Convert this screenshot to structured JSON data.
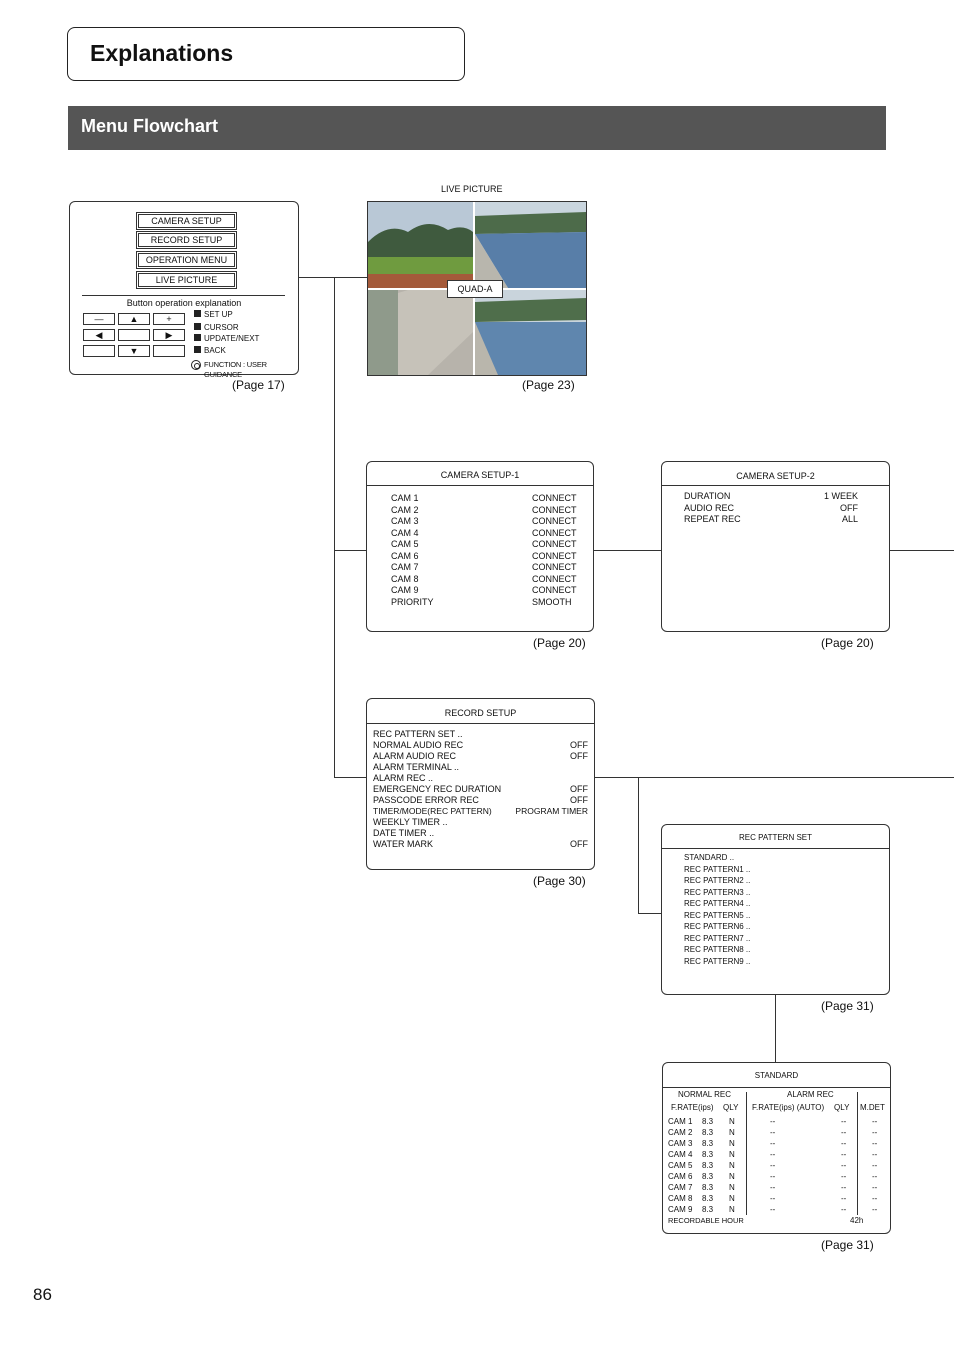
{
  "header": {
    "title": "Explanations",
    "section": "Menu Flowchart"
  },
  "page_number": "86",
  "main_menu": {
    "items": [
      "CAMERA SETUP",
      "RECORD SETUP",
      "OPERATION MENU",
      "LIVE PICTURE"
    ],
    "button_title": "Button operation explanation",
    "keys": {
      "minus": "—",
      "up": "▲",
      "plus": "+",
      "left": "◀",
      "right": "▶",
      "down": "▼"
    },
    "legend": [
      "SET UP",
      "CURSOR",
      "UPDATE/NEXT",
      "BACK"
    ],
    "function_note": "FUNCTION : USER GUIDANCE",
    "page_ref": "(Page 17)"
  },
  "live_picture": {
    "title": "LIVE PICTURE",
    "label": "QUAD-A",
    "page_ref": "(Page 23)"
  },
  "camera_setup_1": {
    "title": "CAMERA SETUP-1",
    "rows": [
      [
        "CAM 1",
        "CONNECT"
      ],
      [
        "CAM 2",
        "CONNECT"
      ],
      [
        "CAM 3",
        "CONNECT"
      ],
      [
        "CAM 4",
        "CONNECT"
      ],
      [
        "CAM 5",
        "CONNECT"
      ],
      [
        "CAM 6",
        "CONNECT"
      ],
      [
        "CAM 7",
        "CONNECT"
      ],
      [
        "CAM 8",
        "CONNECT"
      ],
      [
        "CAM 9",
        "CONNECT"
      ],
      [
        "PRIORITY",
        "SMOOTH"
      ]
    ],
    "page_ref": "(Page 20)"
  },
  "camera_setup_2": {
    "title": "CAMERA SETUP-2",
    "rows": [
      [
        "DURATION",
        "1 WEEK"
      ],
      [
        "AUDIO REC",
        "OFF"
      ],
      [
        "REPEAT REC",
        "ALL"
      ]
    ],
    "page_ref": "(Page 20)"
  },
  "record_setup": {
    "title": "RECORD SETUP",
    "rows": [
      [
        "REC PATTERN SET ..",
        ""
      ],
      [
        "NORMAL AUDIO REC",
        "OFF"
      ],
      [
        "ALARM AUDIO REC",
        "OFF"
      ],
      [
        "ALARM TERMINAL ..",
        ""
      ],
      [
        "ALARM REC ..",
        ""
      ],
      [
        "EMERGENCY REC DURATION",
        "OFF"
      ],
      [
        "PASSCODE ERROR REC",
        "OFF"
      ],
      [
        "TIMER/MODE(REC PATTERN)",
        "PROGRAM TIMER"
      ],
      [
        "WEEKLY TIMER ..",
        ""
      ],
      [
        "DATE TIMER ..",
        ""
      ],
      [
        "WATER MARK",
        "OFF"
      ]
    ],
    "page_ref": "(Page 30)"
  },
  "rec_pattern_set": {
    "title": "REC PATTERN SET",
    "items": [
      "STANDARD ..",
      "REC PATTERN1 ..",
      "REC PATTERN2 ..",
      "REC PATTERN3 ..",
      "REC PATTERN4 ..",
      "REC PATTERN5 ..",
      "REC PATTERN6 ..",
      "REC PATTERN7 ..",
      "REC PATTERN8 ..",
      "REC PATTERN9 .."
    ],
    "page_ref": "(Page 31)"
  },
  "standard": {
    "title": "STANDARD",
    "normal_rec": "NORMAL REC",
    "alarm_rec": "ALARM REC",
    "col_heads": [
      "F.RATE(ips)",
      "QLY",
      "F.RATE(ips) (AUTO)",
      "QLY",
      "M.DET"
    ],
    "rows": [
      [
        "CAM 1",
        "8.3",
        "N",
        "--",
        "--",
        "--"
      ],
      [
        "CAM 2",
        "8.3",
        "N",
        "--",
        "--",
        "--"
      ],
      [
        "CAM 3",
        "8.3",
        "N",
        "--",
        "--",
        "--"
      ],
      [
        "CAM 4",
        "8.3",
        "N",
        "--",
        "--",
        "--"
      ],
      [
        "CAM 5",
        "8.3",
        "N",
        "--",
        "--",
        "--"
      ],
      [
        "CAM 6",
        "8.3",
        "N",
        "--",
        "--",
        "--"
      ],
      [
        "CAM 7",
        "8.3",
        "N",
        "--",
        "--",
        "--"
      ],
      [
        "CAM 8",
        "8.3",
        "N",
        "--",
        "--",
        "--"
      ],
      [
        "CAM 9",
        "8.3",
        "N",
        "--",
        "--",
        "--"
      ]
    ],
    "recordable_label": "RECORDABLE HOUR",
    "recordable_value": "42h",
    "page_ref": "(Page 31)"
  }
}
